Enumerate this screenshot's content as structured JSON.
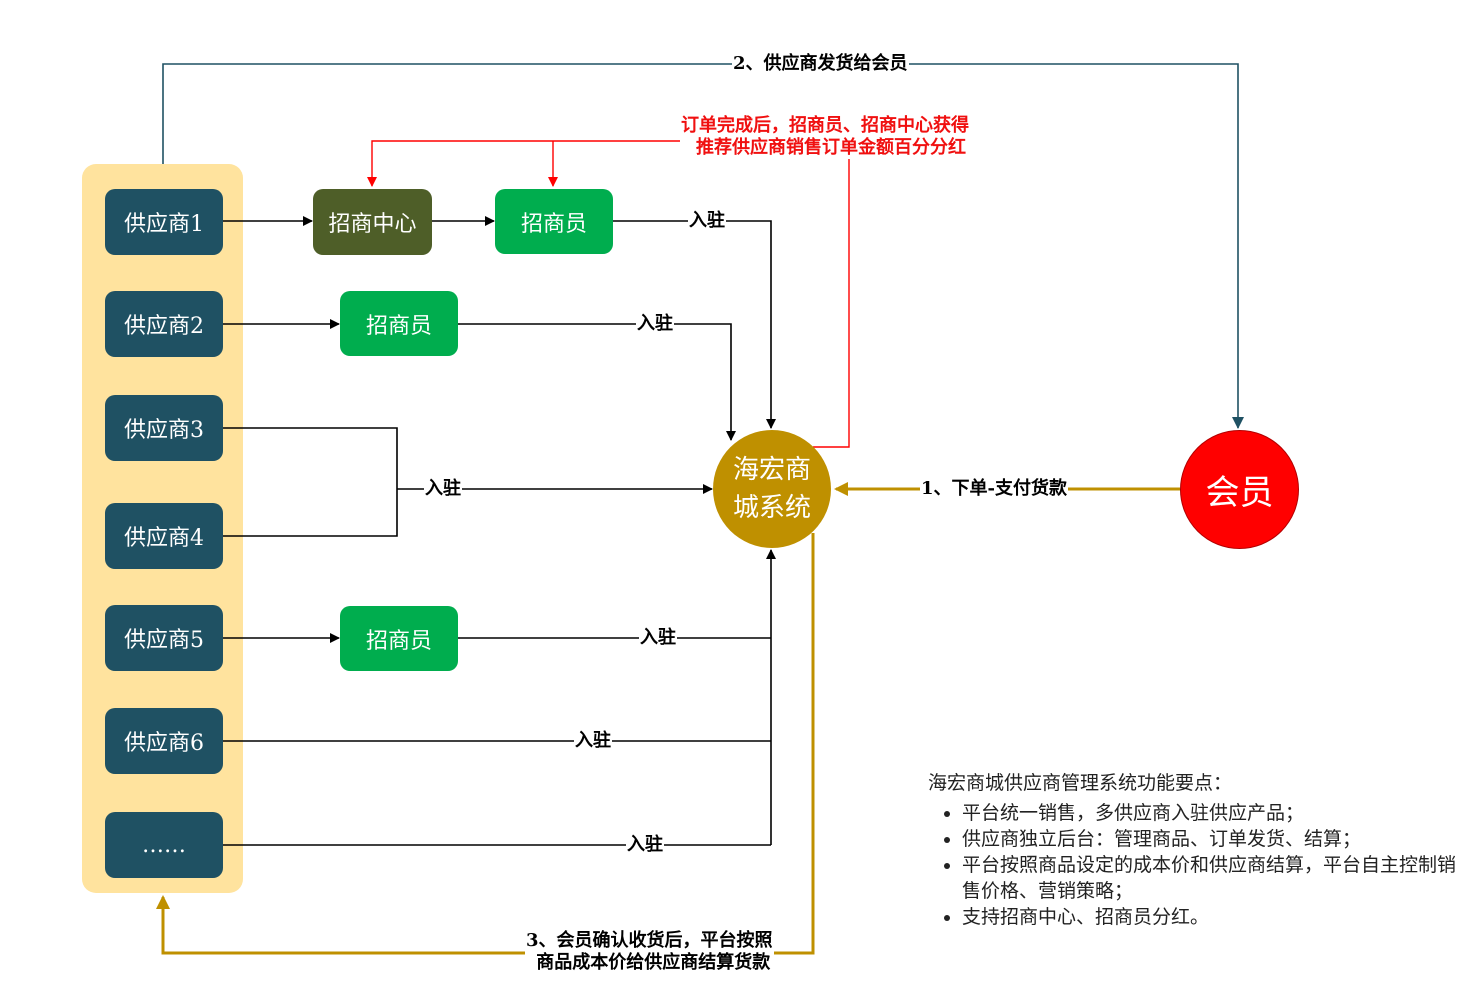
{
  "suppliers": {
    "s1": "供应商1",
    "s2": "供应商2",
    "s3": "供应商3",
    "s4": "供应商4",
    "s5": "供应商5",
    "s6": "供应商6",
    "more": "……"
  },
  "nodes": {
    "center_hq": "招商中心",
    "recruiter": "招商员",
    "system_line1": "海宏商",
    "system_line2": "城系统",
    "member": "会员"
  },
  "edges": {
    "join": "入驻",
    "ship": "2、供应商发货给会员",
    "order": "1、下单-支付货款",
    "bonus_line1": "订单完成后，招商员、招商中心获得",
    "bonus_line2": "推荐供应商销售订单金额百分分红",
    "settle_line1": "3、会员确认收货后，平台按照",
    "settle_line2": "商品成本价给供应商结算货款"
  },
  "notes": {
    "title": "海宏商城供应商管理系统功能要点：",
    "items": [
      "平台统一销售，多供应商入驻供应产品；",
      "供应商独立后台：管理商品、订单发货、结算；",
      "平台按照商品设定的成本价和供应商结算，平台自主控制销售价格、营销策略；",
      "支持招商中心、招商员分红。"
    ]
  },
  "colors": {
    "supplier_box": "#1F5163",
    "supplier_panel": "#FFE39E",
    "recruiter_box": "#00AD4E",
    "center_box": "#4E5E28",
    "system_circle": "#BF9000",
    "member_circle": "#FF0000",
    "ship_line": "#1F5163",
    "bonus_line": "#FF0000",
    "gold_line": "#BF9000"
  }
}
